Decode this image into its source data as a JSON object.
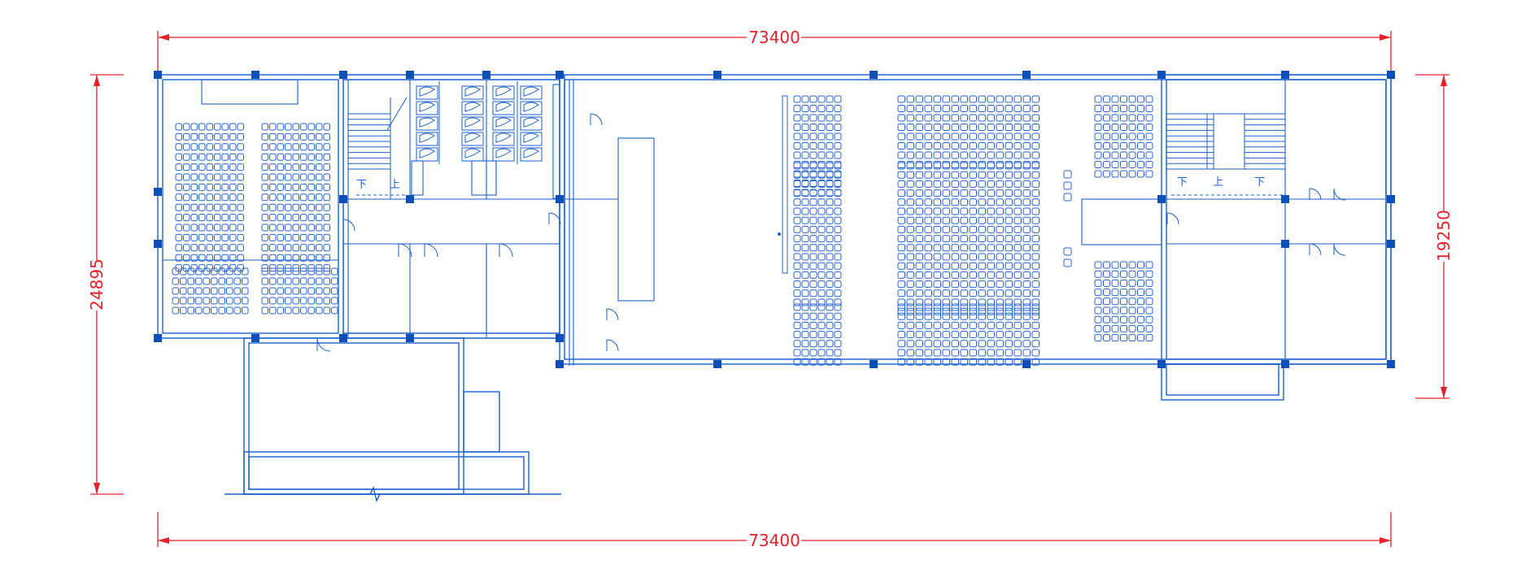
{
  "drawing": {
    "colors": {
      "dimension": "#e8202a",
      "wall": "#1a5fd0",
      "column": "#0c4fb8",
      "seat": "#2462d6"
    },
    "dimensions": {
      "top_total": "73400",
      "bottom_total": "73400",
      "left_total": "24895",
      "right_partial": "19250"
    },
    "stair_labels": {
      "down": "下",
      "up": "上"
    }
  }
}
